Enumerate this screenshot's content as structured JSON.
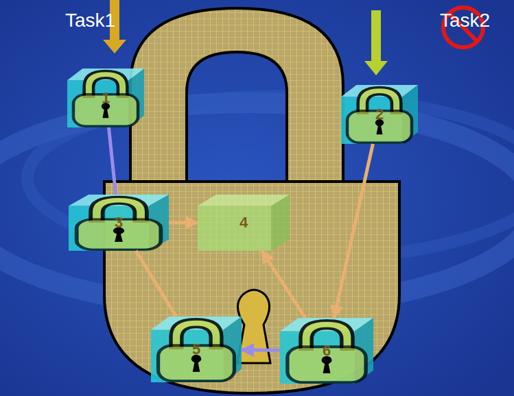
{
  "diagram": {
    "nodes": [
      {
        "text": [
          "1"
        ]
      },
      {
        "text": [
          "2"
        ]
      },
      {
        "text": [
          "3"
        ]
      },
      {
        "text": [
          "4"
        ]
      },
      {
        "text": [
          "5"
        ]
      },
      {
        "text": [
          "6"
        ]
      }
    ],
    "edges": [
      {
        "from": 0,
        "to": 2,
        "arrow": "none"
      },
      {
        "from": 1,
        "to": 5,
        "arrow": "to"
      },
      {
        "from": 2,
        "to": 3,
        "arrow": "to"
      },
      {
        "from": 5,
        "to": 3,
        "arrow": "to"
      },
      {
        "from": 5,
        "to": 4,
        "arrow": "to"
      },
      {
        "from": 2,
        "to": 4,
        "arrow": "none"
      }
    ],
    "labels": [
      "Task1",
      "Task2"
    ]
  }
}
